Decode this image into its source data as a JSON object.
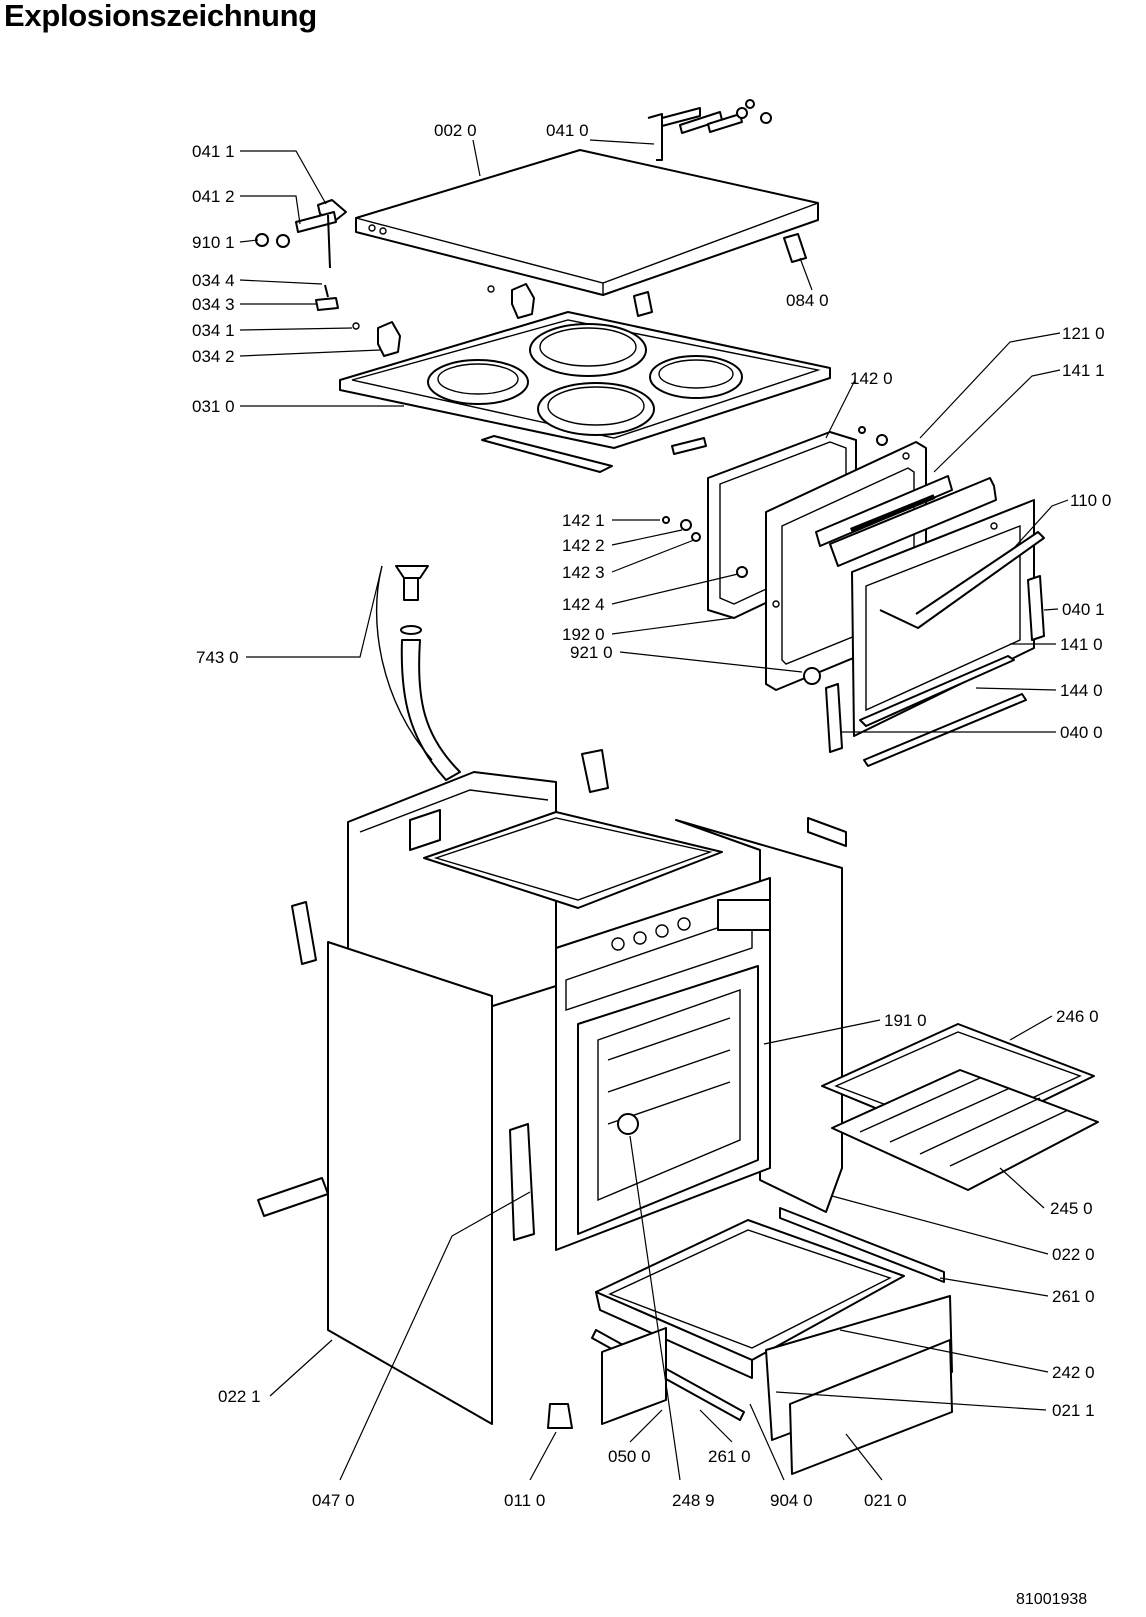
{
  "title": "Explosionszeichnung",
  "document_number": "81001938",
  "labels": [
    {
      "id": "lbl-002-0",
      "text": "002 0"
    },
    {
      "id": "lbl-041-0",
      "text": "041 0"
    },
    {
      "id": "lbl-041-1",
      "text": "041 1"
    },
    {
      "id": "lbl-041-2",
      "text": "041 2"
    },
    {
      "id": "lbl-910-1",
      "text": "910 1"
    },
    {
      "id": "lbl-034-4",
      "text": "034 4"
    },
    {
      "id": "lbl-034-3",
      "text": "034 3"
    },
    {
      "id": "lbl-034-1",
      "text": "034 1"
    },
    {
      "id": "lbl-034-2",
      "text": "034 2"
    },
    {
      "id": "lbl-031-0",
      "text": "031 0"
    },
    {
      "id": "lbl-084-0",
      "text": "084 0"
    },
    {
      "id": "lbl-121-0",
      "text": "121 0"
    },
    {
      "id": "lbl-141-1",
      "text": "141 1"
    },
    {
      "id": "lbl-142-0",
      "text": "142 0"
    },
    {
      "id": "lbl-110-0",
      "text": "110 0"
    },
    {
      "id": "lbl-142-1",
      "text": "142 1"
    },
    {
      "id": "lbl-142-2",
      "text": "142 2"
    },
    {
      "id": "lbl-142-3",
      "text": "142 3"
    },
    {
      "id": "lbl-142-4",
      "text": "142 4"
    },
    {
      "id": "lbl-192-0",
      "text": "192 0"
    },
    {
      "id": "lbl-040-1",
      "text": "040 1"
    },
    {
      "id": "lbl-921-0",
      "text": "921 0"
    },
    {
      "id": "lbl-141-0",
      "text": "141 0"
    },
    {
      "id": "lbl-144-0",
      "text": "144 0"
    },
    {
      "id": "lbl-040-0",
      "text": "040 0"
    },
    {
      "id": "lbl-743-0",
      "text": "743 0"
    },
    {
      "id": "lbl-191-0",
      "text": "191 0"
    },
    {
      "id": "lbl-246-0",
      "text": "246 0"
    },
    {
      "id": "lbl-245-0",
      "text": "245 0"
    },
    {
      "id": "lbl-022-0",
      "text": "022 0"
    },
    {
      "id": "lbl-261-0-right",
      "text": "261 0"
    },
    {
      "id": "lbl-242-0",
      "text": "242 0"
    },
    {
      "id": "lbl-021-1",
      "text": "021 1"
    },
    {
      "id": "lbl-022-1",
      "text": "022 1"
    },
    {
      "id": "lbl-047-0",
      "text": "047 0"
    },
    {
      "id": "lbl-011-0",
      "text": "011 0"
    },
    {
      "id": "lbl-050-0",
      "text": "050 0"
    },
    {
      "id": "lbl-261-0-bottom",
      "text": "261 0"
    },
    {
      "id": "lbl-248-9",
      "text": "248 9"
    },
    {
      "id": "lbl-904-0",
      "text": "904 0"
    },
    {
      "id": "lbl-021-0",
      "text": "021 0"
    }
  ]
}
